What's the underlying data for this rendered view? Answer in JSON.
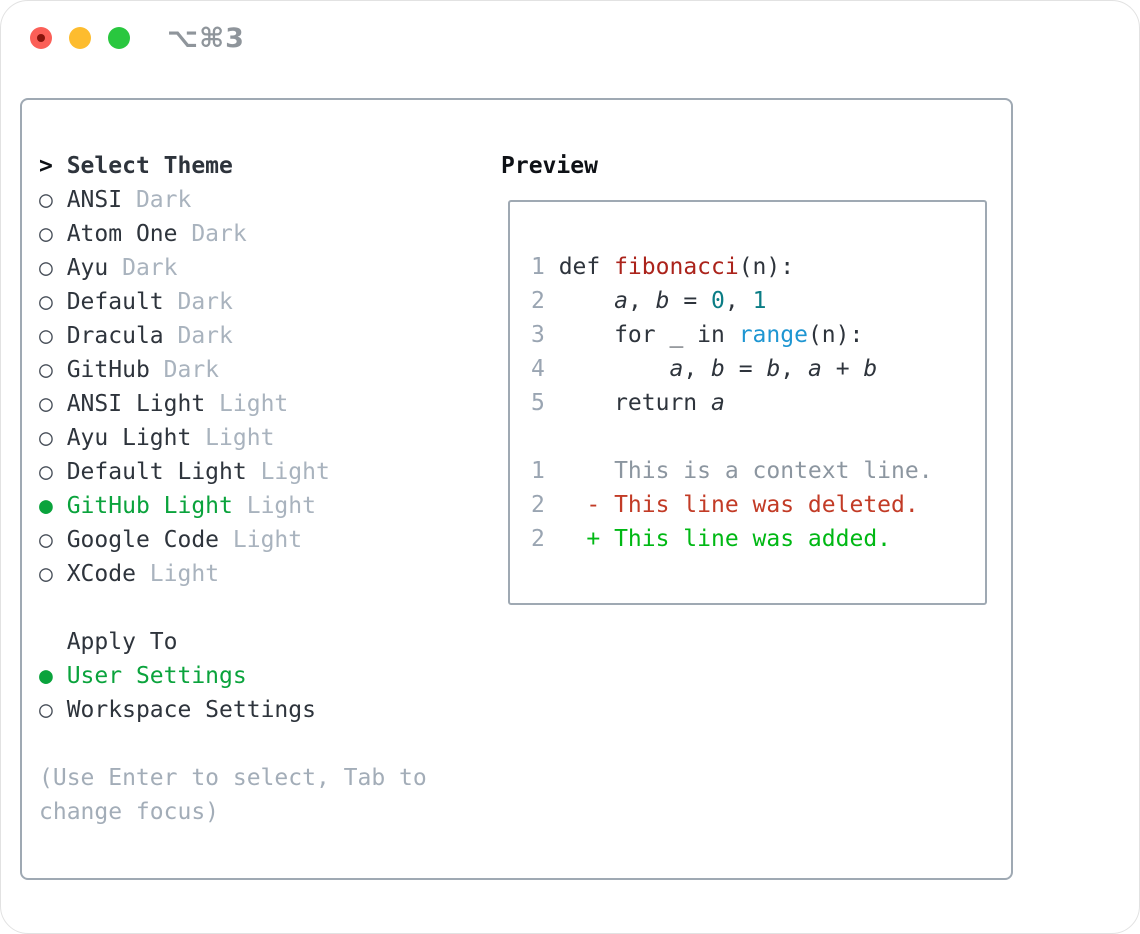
{
  "window": {
    "titlebar": {
      "shortcut_label": "⌥⌘3",
      "traffic_lights": [
        "close",
        "minimize",
        "zoom"
      ]
    }
  },
  "colors": {
    "accent_green": "#0aa33c",
    "text_dark": "#2e343c",
    "header_dark": "#0e1116",
    "suffix_gray": "#a9b3be",
    "marker_gray": "#49505a",
    "hint_gray": "#a3adb8",
    "panel_border": "#9fa9b3",
    "titlebar_gray": "#8f959b",
    "tl_red": "#fb5f57",
    "tl_red_dot": "#87140c",
    "tl_yellow": "#fdbc2e",
    "tl_green": "#29c73f",
    "line_number": "#9aa5b2",
    "code_text": "#2e343c",
    "code_function": "#ab231b",
    "code_number": "#0b7d85",
    "code_builtin": "#1e96d2",
    "diff_context": "#8c96a0",
    "diff_deleted": "#c23b26",
    "diff_added": "#00b814"
  },
  "theme_panel": {
    "header": {
      "prompt": ">",
      "label": "Select Theme"
    },
    "marker_unselected": "○",
    "marker_selected": "●",
    "items": [
      {
        "name": "ANSI",
        "variant": "Dark",
        "selected": false
      },
      {
        "name": "Atom One",
        "variant": "Dark",
        "selected": false
      },
      {
        "name": "Ayu",
        "variant": "Dark",
        "selected": false
      },
      {
        "name": "Default",
        "variant": "Dark",
        "selected": false
      },
      {
        "name": "Dracula",
        "variant": "Dark",
        "selected": false
      },
      {
        "name": "GitHub",
        "variant": "Dark",
        "selected": false
      },
      {
        "name": "ANSI Light",
        "variant": "Light",
        "selected": false
      },
      {
        "name": "Ayu Light",
        "variant": "Light",
        "selected": false
      },
      {
        "name": "Default Light",
        "variant": "Light",
        "selected": false
      },
      {
        "name": "GitHub Light",
        "variant": "Light",
        "selected": true
      },
      {
        "name": "Google Code",
        "variant": "Light",
        "selected": false
      },
      {
        "name": "XCode",
        "variant": "Light",
        "selected": false
      }
    ],
    "apply_to": {
      "label": "Apply To",
      "options": [
        {
          "name": "User Settings",
          "selected": true
        },
        {
          "name": "Workspace Settings",
          "selected": false
        }
      ]
    },
    "hint_lines": [
      "(Use Enter to select, Tab to",
      "change focus)"
    ]
  },
  "preview": {
    "title": "Preview",
    "lines": [
      {
        "num": "",
        "segs": []
      },
      {
        "num": "1",
        "segs": [
          {
            "t": "def "
          },
          {
            "t": "fibonacci",
            "c": "code_function"
          },
          {
            "t": "(n):"
          }
        ]
      },
      {
        "num": "2",
        "segs": [
          {
            "t": "    "
          },
          {
            "t": "a",
            "i": true
          },
          {
            "t": ", "
          },
          {
            "t": "b",
            "i": true
          },
          {
            "t": " = "
          },
          {
            "t": "0",
            "c": "code_number"
          },
          {
            "t": ", "
          },
          {
            "t": "1",
            "c": "code_number"
          }
        ]
      },
      {
        "num": "3",
        "segs": [
          {
            "t": "    for _ in "
          },
          {
            "t": "range",
            "c": "code_builtin"
          },
          {
            "t": "(n):"
          }
        ]
      },
      {
        "num": "4",
        "segs": [
          {
            "t": "        "
          },
          {
            "t": "a",
            "i": true
          },
          {
            "t": ", "
          },
          {
            "t": "b",
            "i": true
          },
          {
            "t": " = "
          },
          {
            "t": "b",
            "i": true
          },
          {
            "t": ", "
          },
          {
            "t": "a",
            "i": true
          },
          {
            "t": " + "
          },
          {
            "t": "b",
            "i": true
          }
        ]
      },
      {
        "num": "5",
        "segs": [
          {
            "t": "    return "
          },
          {
            "t": "a",
            "i": true
          }
        ]
      },
      {
        "num": "",
        "segs": []
      },
      {
        "num": "1",
        "segs": [
          {
            "t": "    This is a context line.",
            "c": "diff_context"
          }
        ]
      },
      {
        "num": "2",
        "segs": [
          {
            "t": "  - This line was deleted.",
            "c": "diff_deleted"
          }
        ]
      },
      {
        "num": "2",
        "segs": [
          {
            "t": "  + This line was added.",
            "c": "diff_added"
          }
        ]
      }
    ]
  }
}
